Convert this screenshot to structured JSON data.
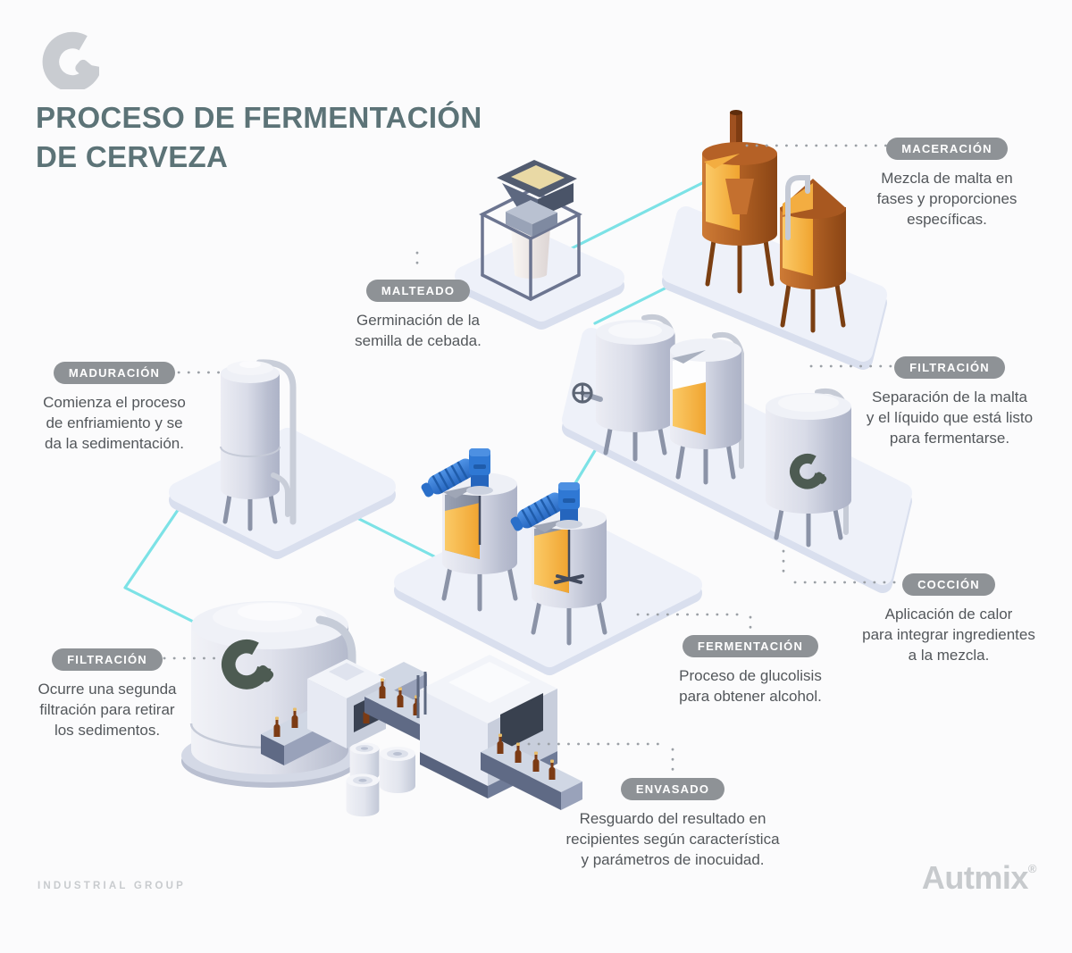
{
  "infographic": {
    "title_line1": "PROCESO DE FERMENTACIÓN",
    "title_line2": "DE CERVEZA"
  },
  "stages": [
    {
      "id": "maceracion",
      "label": "MACERACIÓN",
      "description": "Mezcla de malta en\nfases y proporciones\nespecíficas.",
      "illustration": "copper-mash-tanks"
    },
    {
      "id": "malteado",
      "label": "MALTEADO",
      "description": "Germinación de la\nsemilla de cebada.",
      "illustration": "grain-mill-machine"
    },
    {
      "id": "filtracion-1",
      "label": "FILTRACIÓN",
      "description": "Separación de la malta\ny el líquido que está listo\npara fermentarse.",
      "illustration": "filter-tanks-row"
    },
    {
      "id": "maduracion",
      "label": "MADURACIÓN",
      "description": "Comienza el proceso\nde enfriamiento y se\nda la sedimentación.",
      "illustration": "maturation-tank"
    },
    {
      "id": "coccion",
      "label": "COCCIÓN",
      "description": "Aplicación de calor\npara integrar ingredientes\na la mezcla.",
      "illustration": "boil-kettles"
    },
    {
      "id": "fermentacion",
      "label": "FERMENTACIÓN",
      "description": "Proceso de glucolisis\npara obtener alcohol.",
      "illustration": "fermentation-tanks-with-agitators"
    },
    {
      "id": "filtracion-2",
      "label": "FILTRACIÓN",
      "description": "Ocurre una segunda\nfiltración para retirar\nlos sedimentos.",
      "illustration": "large-filter-tank"
    },
    {
      "id": "envasado",
      "label": "ENVASADO",
      "description": "Resguardo del resultado en\nrecipientes según característica\ny parámetros de inocuidad.",
      "illustration": "bottling-line-with-kegs"
    }
  ],
  "footer": {
    "left": "INDUSTRIAL GROUP",
    "brand": "Autmix",
    "registered": "®"
  },
  "colors": {
    "title": "#5c7377",
    "badge_bg": "#8e9296",
    "body_text": "#53575b",
    "accent_cyan": "#7ce2e6",
    "dotted_gray": "#9ba0a6",
    "copper": "#b06024",
    "amber": "#f3a93c",
    "steel": "#c7ccdb",
    "motor_blue": "#2f78d4",
    "platform": "#eef1f9",
    "logo_gray": "#c9ccd1",
    "tank_logo_green": "#4d5b52"
  }
}
